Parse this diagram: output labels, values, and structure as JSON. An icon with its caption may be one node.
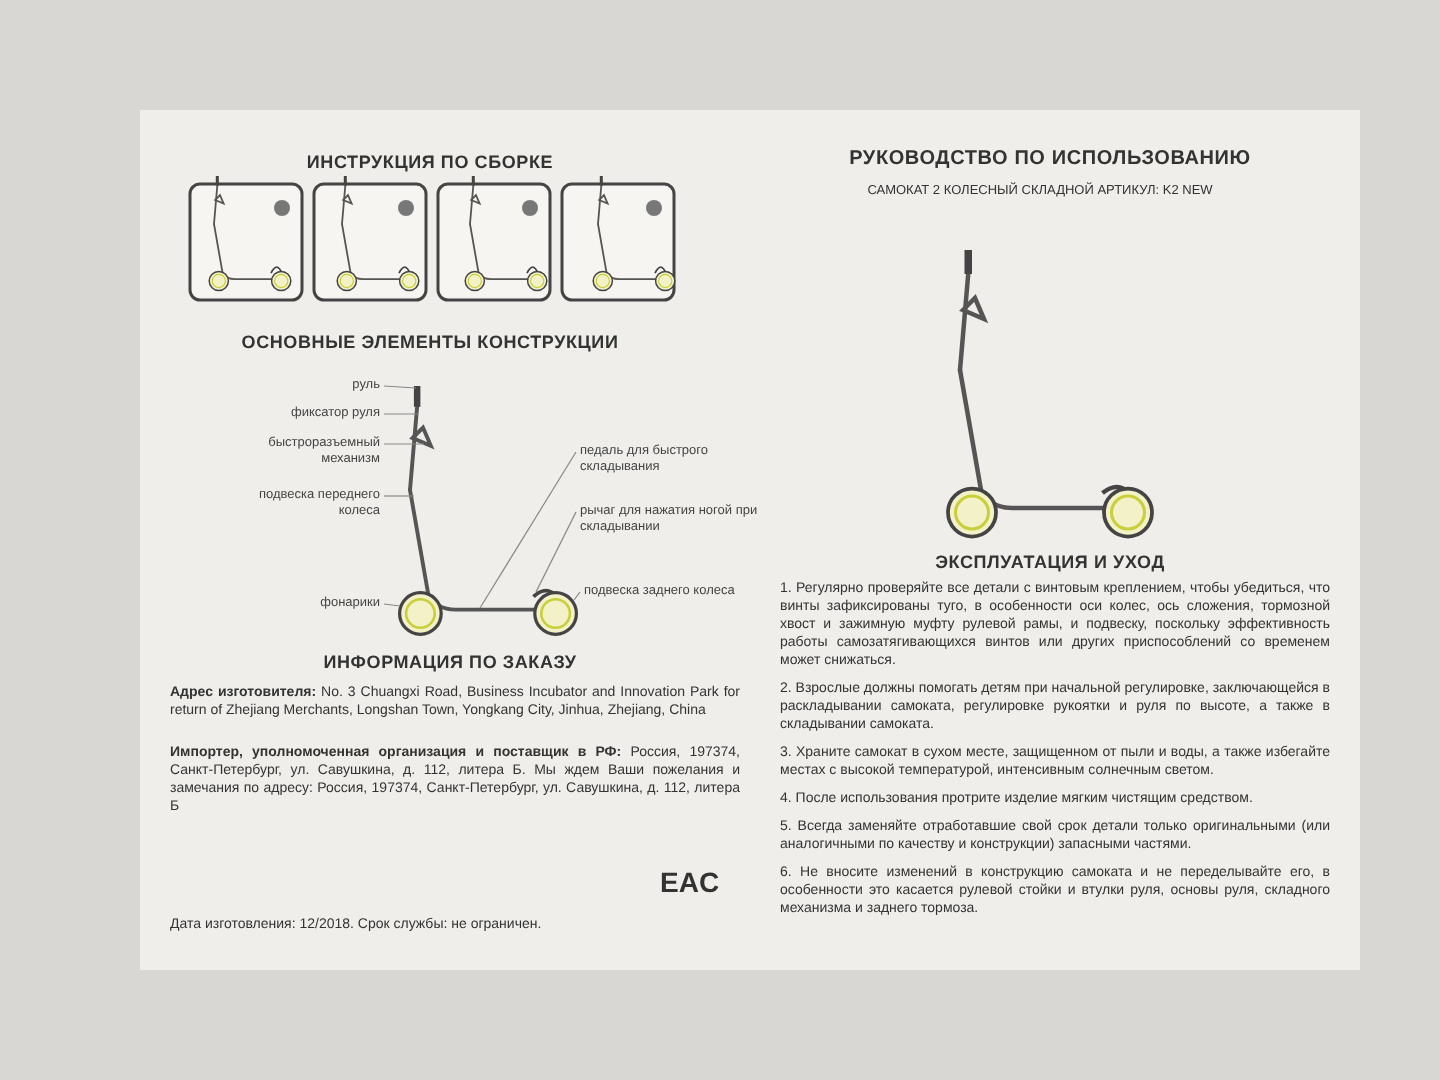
{
  "diagram": {
    "title": "РУКОВОДСТВО ПО ИСПОЛЬЗОВАНИЮ",
    "nodes": [
      {
        "text": [
          "руль"
        ]
      },
      {
        "text": [
          "фиксатор руля"
        ]
      },
      {
        "text": [
          "быстроразъемный механизм"
        ]
      },
      {
        "text": [
          "подвеска переднего колеса"
        ]
      },
      {
        "text": [
          "фонарики"
        ]
      },
      {
        "text": [
          "педаль для быстрого складывания"
        ]
      },
      {
        "text": [
          "рычаг для нажатия ногой при складывании"
        ]
      },
      {
        "text": [
          "подвеска заднего колеса"
        ]
      },
      {
        "text": [],
        "shape": "picture"
      }
    ],
    "edges": [
      {
        "from": 0,
        "to": 8,
        "arrow": "none"
      },
      {
        "from": 1,
        "to": 8,
        "arrow": "none"
      },
      {
        "from": 2,
        "to": 8,
        "arrow": "none"
      },
      {
        "from": 3,
        "to": 8,
        "arrow": "none"
      },
      {
        "from": 4,
        "to": 8,
        "arrow": "none"
      },
      {
        "from": 5,
        "to": 8,
        "arrow": "none"
      },
      {
        "from": 6,
        "to": 8,
        "arrow": "none"
      },
      {
        "from": 7,
        "to": 8,
        "arrow": "none"
      }
    ],
    "labels": [
      "ИНСТРУКЦИЯ ПО СБОРКЕ",
      "ОСНОВНЫЕ ЭЛЕМЕНТЫ КОНСТРУКЦИИ",
      "ИНФОРМАЦИЯ ПО ЗАКАЗУ",
      "**Адрес изготовителя:** No. 3 Chuangxi Road, Business Incubator and Innovation Park for return of Zhejiang Merchants, Longshan Town, Yongkang City, Jinhua, Zhejiang, China",
      "**Импортер, уполномоченная организация и поставщик в РФ:** Россия, 197374, Санкт-Петербург, ул. Савушкина, д. 112, литера Б. Мы ждем Ваши пожелания и замечания по адресу: Россия, 197374, Санкт-Петербург, ул. Савушкина, д. 112, литера Б",
      "EAC",
      "Дата изготовления: 12/2018. Срок службы: не ограничен.",
      "САМОКАТ 2 КОЛЕСНЫЙ СКЛАДНОЙ АРТИКУЛ: K2 NEW",
      "ЭКСПЛУАТАЦИЯ И УХОД",
      "1. Регулярно проверяйте все детали с винтовым креплением, чтобы убедиться, что винты зафиксированы туго, в особенности оси колес, ось сложения, тормозной хвост и зажимную муфту рулевой рамы, и подвеску, поскольку эффективность работы самозатягивающихся винтов или других приспособлений со временем может снижаться.",
      "2. Взрослые должны помогать детям при начальной регулировке, заключающейся в раскладывании самоката, регулировке рукоятки и руля по высоте, а также в складывании самоката.",
      "3. Храните самокат в сухом месте, защищенном от пыли и воды, а также избегайте местах с высокой температурой, интенсивным солнечным светом.",
      "4. После использования протрите изделие мягким чистящим средством.",
      "5. Всегда заменяйте отработавшие свой срок детали только оригинальными (или аналогичными по качеству и конструкции) запасными частями.",
      "6. Не вносите изменений в конструкцию самоката и не переделывайте его, в особенности это касается рулевой стойки и втулки руля, основы руля, складного механизма и заднего тормоза."
    ]
  }
}
